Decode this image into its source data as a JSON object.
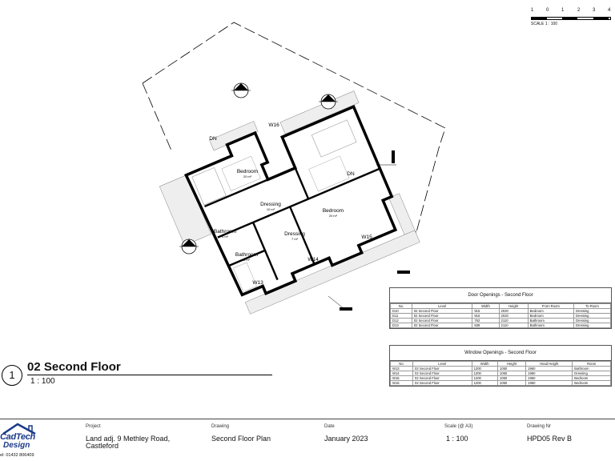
{
  "scale_bar": {
    "numbers": [
      "1",
      "0",
      "1",
      "2",
      "3",
      "4"
    ],
    "label": "SCALE 1 : 100"
  },
  "plan": {
    "rooms": [
      {
        "name": "Bedroom",
        "area": "20 m²"
      },
      {
        "name": "Dressing",
        "area": "10 m²"
      },
      {
        "name": "Bedroom",
        "area": "20 m²"
      },
      {
        "name": "Dressing",
        "area": "7 m²"
      },
      {
        "name": "Bathroom",
        "area": "4 m²"
      },
      {
        "name": "Bathroom",
        "area": "8 m²"
      }
    ],
    "stair_labels": [
      "DN",
      "DN"
    ],
    "windows": [
      "W16",
      "W15",
      "W14",
      "W13"
    ]
  },
  "door_schedule": {
    "title": "Door Openings - Second Floor",
    "headers": [
      "No.",
      "Level",
      "Width",
      "Height",
      "From Room",
      "To Room"
    ],
    "rows": [
      [
        "D10",
        "02 Second Floor",
        "915",
        "2020",
        "Bedroom",
        "Dressing"
      ],
      [
        "D11",
        "02 Second Floor",
        "915",
        "2020",
        "Bedroom",
        "Dressing"
      ],
      [
        "D12",
        "02 Second Floor",
        "762",
        "2110",
        "Bathroom",
        "Dressing"
      ],
      [
        "D13",
        "02 Second Floor",
        "838",
        "2110",
        "Bathroom",
        "Dressing"
      ]
    ]
  },
  "window_schedule": {
    "title": "Window Openings - Second Floor",
    "headers": [
      "No.",
      "Level",
      "Width",
      "Height",
      "Head Height",
      "Room"
    ],
    "rows": [
      [
        "W13",
        "02 Second Floor",
        "1200",
        "1050",
        "1960",
        "Bathroom"
      ],
      [
        "W14",
        "02 Second Floor",
        "1200",
        "1050",
        "1960",
        "Dressing"
      ],
      [
        "W15",
        "02 Second Floor",
        "1200",
        "1050",
        "1960",
        "Bedroom"
      ],
      [
        "W16",
        "02 Second Floor",
        "1200",
        "1050",
        "1960",
        "Bedroom"
      ]
    ]
  },
  "view": {
    "number": "1",
    "title": "02 Second Floor",
    "scale": "1 : 100"
  },
  "title_block": {
    "logo_line1": "CadTech",
    "logo_line2": "Design",
    "phone": "el: 01432 806409",
    "project_label": "Project",
    "project_line1": "Land adj. 9 Methley Road,",
    "project_line2": "Castleford",
    "drawing_label": "Drawing",
    "drawing_value": "Second Floor Plan",
    "date_label": "Date",
    "date_value": "January 2023",
    "scale_label": "Scale (@ A3)",
    "scale_value": "1 : 100",
    "drawing_nr_label": "Drawing Nr",
    "drawing_nr_value": "HPD05 Rev B"
  }
}
